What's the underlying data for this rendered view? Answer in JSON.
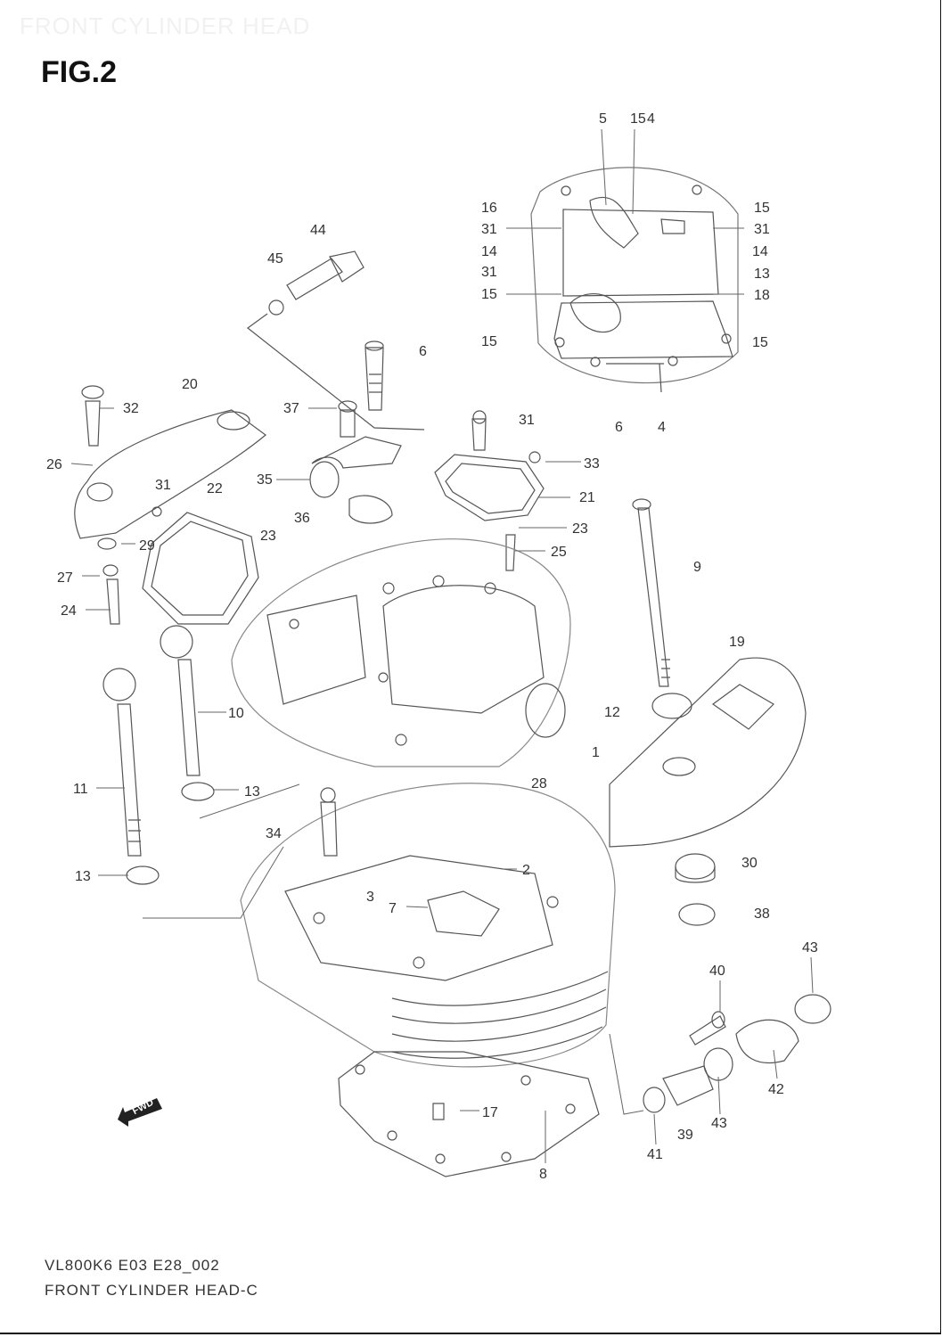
{
  "watermark": "FRONT CYLINDER HEAD",
  "figure_label": "FIG.2",
  "drawing_code": "VL800K6 E03 E28_002",
  "caption": "FRONT CYLINDER HEAD-C",
  "fwd_label": "FWD",
  "callouts": [
    {
      "id": "c5",
      "text": "5"
    },
    {
      "id": "c15a",
      "text": "15"
    },
    {
      "id": "c4a",
      "text": "4"
    },
    {
      "id": "c16",
      "text": "16"
    },
    {
      "id": "c31a",
      "text": "31"
    },
    {
      "id": "c14a",
      "text": "14"
    },
    {
      "id": "c31b",
      "text": "31"
    },
    {
      "id": "c15b",
      "text": "15"
    },
    {
      "id": "c15c",
      "text": "15"
    },
    {
      "id": "c15d",
      "text": "15"
    },
    {
      "id": "c31c",
      "text": "31"
    },
    {
      "id": "c14b",
      "text": "14"
    },
    {
      "id": "c13a",
      "text": "13"
    },
    {
      "id": "c18",
      "text": "18"
    },
    {
      "id": "c15e",
      "text": "15"
    },
    {
      "id": "c6a",
      "text": "6"
    },
    {
      "id": "c4b",
      "text": "4"
    },
    {
      "id": "c44",
      "text": "44"
    },
    {
      "id": "c45",
      "text": "45"
    },
    {
      "id": "c6b",
      "text": "6"
    },
    {
      "id": "c20",
      "text": "20"
    },
    {
      "id": "c32",
      "text": "32"
    },
    {
      "id": "c37",
      "text": "37"
    },
    {
      "id": "c31d",
      "text": "31"
    },
    {
      "id": "c33",
      "text": "33"
    },
    {
      "id": "c26",
      "text": "26"
    },
    {
      "id": "c35",
      "text": "35"
    },
    {
      "id": "c31e",
      "text": "31"
    },
    {
      "id": "c22",
      "text": "22"
    },
    {
      "id": "c21",
      "text": "21"
    },
    {
      "id": "c36",
      "text": "36"
    },
    {
      "id": "c23a",
      "text": "23"
    },
    {
      "id": "c23b",
      "text": "23"
    },
    {
      "id": "c29",
      "text": "29"
    },
    {
      "id": "c25",
      "text": "25"
    },
    {
      "id": "c27",
      "text": "27"
    },
    {
      "id": "c9",
      "text": "9"
    },
    {
      "id": "c24",
      "text": "24"
    },
    {
      "id": "c19",
      "text": "19"
    },
    {
      "id": "c10",
      "text": "10"
    },
    {
      "id": "c12",
      "text": "12"
    },
    {
      "id": "c1",
      "text": "1"
    },
    {
      "id": "c11",
      "text": "11"
    },
    {
      "id": "c13b",
      "text": "13"
    },
    {
      "id": "c28",
      "text": "28"
    },
    {
      "id": "c34",
      "text": "34"
    },
    {
      "id": "c13c",
      "text": "13"
    },
    {
      "id": "c2",
      "text": "2"
    },
    {
      "id": "c30",
      "text": "30"
    },
    {
      "id": "c3",
      "text": "3"
    },
    {
      "id": "c7",
      "text": "7"
    },
    {
      "id": "c38",
      "text": "38"
    },
    {
      "id": "c43a",
      "text": "43"
    },
    {
      "id": "c40",
      "text": "40"
    },
    {
      "id": "c42",
      "text": "42"
    },
    {
      "id": "c17",
      "text": "17"
    },
    {
      "id": "c43b",
      "text": "43"
    },
    {
      "id": "c39",
      "text": "39"
    },
    {
      "id": "c41",
      "text": "41"
    },
    {
      "id": "c8",
      "text": "8"
    }
  ]
}
